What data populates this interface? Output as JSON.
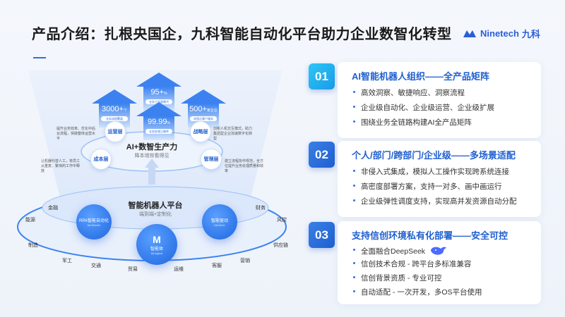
{
  "title": "产品介绍：扎根央国企，九科智能自动化平台助力企业数智化转型",
  "logo": {
    "text": "Ninetech",
    "cn": "九科"
  },
  "diagram": {
    "top_title": "AI+数智生产力",
    "top_sub": "降本增效看得见",
    "arrows": [
      {
        "num": "3000+",
        "unit": "个",
        "tag": "业务流程覆盖"
      },
      {
        "num": "95+",
        "unit": "%",
        "tag": "业务工作量替代"
      },
      {
        "num": "99.99",
        "unit": "%",
        "tag": "业务处理正确率"
      },
      {
        "num": "500+",
        "unit": "家企业",
        "tag": "央国企客户服务"
      }
    ],
    "nodes": [
      "运营层",
      "战略层",
      "成本层",
      "管理层"
    ],
    "notes": [
      "提升业务效率、优化中后台流程，突破整体运营水平",
      "创新人机交互模式，助力集团型企业加速数字化转型",
      "让机器代替人工，将员工从重复、繁琐的工作中释放",
      "建立流程协作规范，全方位提升业务处理质量和效率"
    ],
    "platform_title": "智能机器人平台",
    "platform_sub": "端到端+定制化",
    "spheres": [
      {
        "name": "RPA智能自动化",
        "en": "bit-Worker"
      },
      {
        "name": "智能体",
        "en": "bit-Agent"
      },
      {
        "name": "智能驱动",
        "en": "bit-Drive"
      }
    ],
    "industries": [
      "金融",
      "能源",
      "制造",
      "军工",
      "交通",
      "贸易",
      "运维",
      "客服",
      "营销",
      "供应链",
      "风控",
      "财务"
    ]
  },
  "sections": [
    {
      "num": "01",
      "title": "AI智能机器人组织——全产品矩阵",
      "items": [
        "高效洞察、敏捷响应、洞察流程",
        "企业级自动化、企业级运营、企业级扩展",
        "围绕业务全链路构建AI全产品矩阵"
      ]
    },
    {
      "num": "02",
      "title": "个人/部门/跨部门/企业级——多场景适配",
      "items": [
        "非侵入式集成，模拟人工操作实现跨系统连接",
        "高密度部署方案，支持一对多、画中画运行",
        "企业级弹性调度支持，实现高并发资源自动分配"
      ]
    },
    {
      "num": "03",
      "title": "支持信创环境私有化部署——安全可控",
      "items": [
        "全面融合DeepSeek",
        "信创技术合规 - 跨平台多标准兼容",
        "信创背景资质 - 专业可控",
        "自动适配 - 一次开发，多OS平台使用"
      ]
    }
  ],
  "colors": {
    "accent": "#1f5fd0",
    "badge1": "#22b4f0",
    "badge2": "#2f6fe0"
  }
}
